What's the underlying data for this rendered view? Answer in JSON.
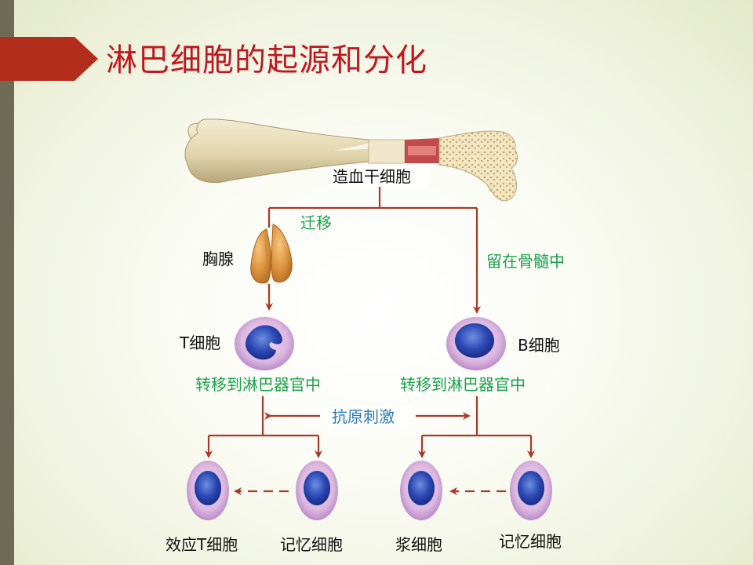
{
  "slide": {
    "title": "淋巴细胞的起源和分化",
    "colors": {
      "title": "#c0181e",
      "banner": "#b32d1c",
      "sidebar": "#6f6a55",
      "arrow": "#a83a28",
      "green_text": "#1aa14a",
      "blue_text": "#2a7ab8"
    }
  },
  "labels": {
    "stem_cell": "造血干细胞",
    "migrate": "迁移",
    "thymus": "胸腺",
    "stay_marrow": "留在骨髓中",
    "t_cell_letter": "T",
    "t_cell_suffix": "细胞",
    "b_cell_letter": "B",
    "b_cell_suffix": "细胞",
    "transfer_left": "转移到淋巴器官中",
    "transfer_right": "转移到淋巴器官中",
    "antigen": "抗原刺激",
    "effector_prefix": "效应",
    "effector_letter": "T",
    "effector_suffix": "细胞",
    "memory_left": "记忆细胞",
    "plasma": "浆细胞",
    "memory_right": "记忆细胞"
  },
  "images": {
    "bone": "bone-illustration",
    "thymus": "thymus-illustration",
    "cells": "lymphocyte-illustration"
  }
}
